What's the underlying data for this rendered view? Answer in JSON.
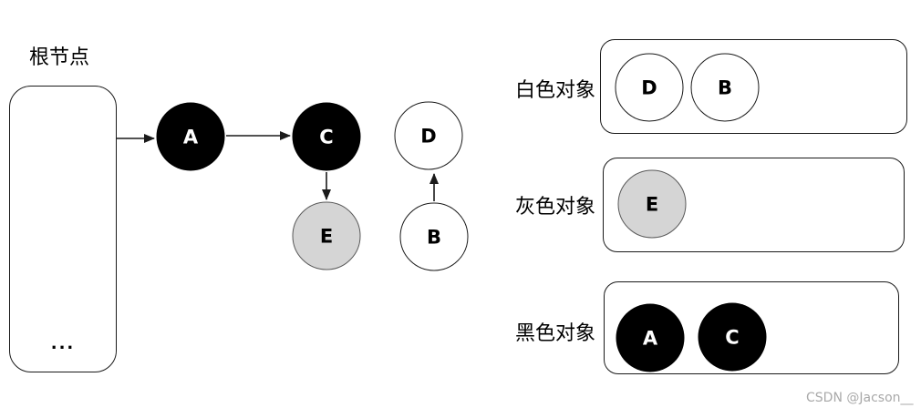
{
  "graph": {
    "root_label": "根节点",
    "root_ellipsis": "...",
    "nodes": {
      "A": "A",
      "C": "C",
      "E": "E",
      "D": "D",
      "B": "B"
    },
    "edges": [
      "root->A",
      "A->C",
      "C->E",
      "B->D"
    ]
  },
  "legend": {
    "white": {
      "label": "白色对象",
      "items": [
        "D",
        "B"
      ]
    },
    "gray": {
      "label": "灰色对象",
      "items": [
        "E"
      ]
    },
    "black": {
      "label": "黑色对象",
      "items": [
        "A",
        "C"
      ]
    }
  },
  "watermark": "CSDN @Jacson__",
  "colors": {
    "black_object": "#000000",
    "gray_object": "#d5d5d5",
    "white_object": "#ffffff",
    "outline": "#1a1a1a",
    "watermark": "#a9a9a9"
  }
}
